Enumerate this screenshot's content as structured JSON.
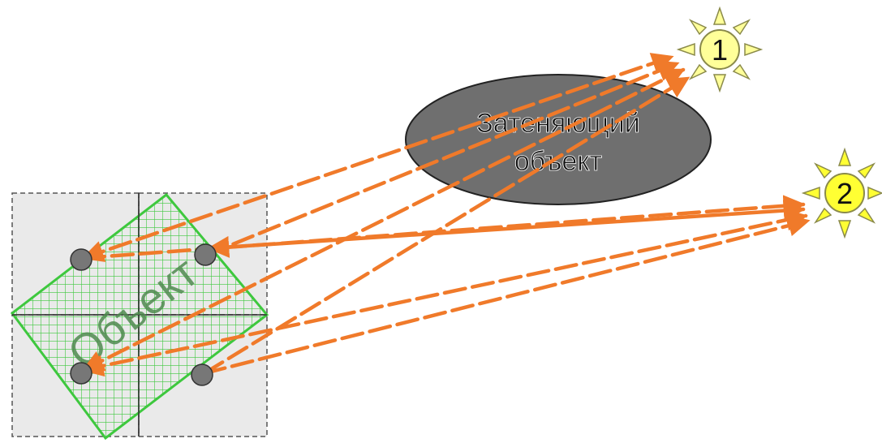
{
  "object_label": "Объект",
  "occluder": {
    "line1": "Затеняющий",
    "line2": "объект"
  },
  "sources": [
    {
      "id": "source-1",
      "label": "1"
    },
    {
      "id": "source-2",
      "label": "2"
    }
  ],
  "colors": {
    "ray": "#f07a2a",
    "object_outline": "#3ec83e",
    "object_hatch": "#3ec83e",
    "object_text": "#4f8a4f",
    "cell_fill": "#eaeaea",
    "cell_border": "#555555",
    "point": "#777777",
    "occluder_fill": "#6f6f6f",
    "sun_fill": "#ffff99",
    "sun_ray_fill": "#ffff99",
    "sun_outline": "#8a8a4a"
  }
}
